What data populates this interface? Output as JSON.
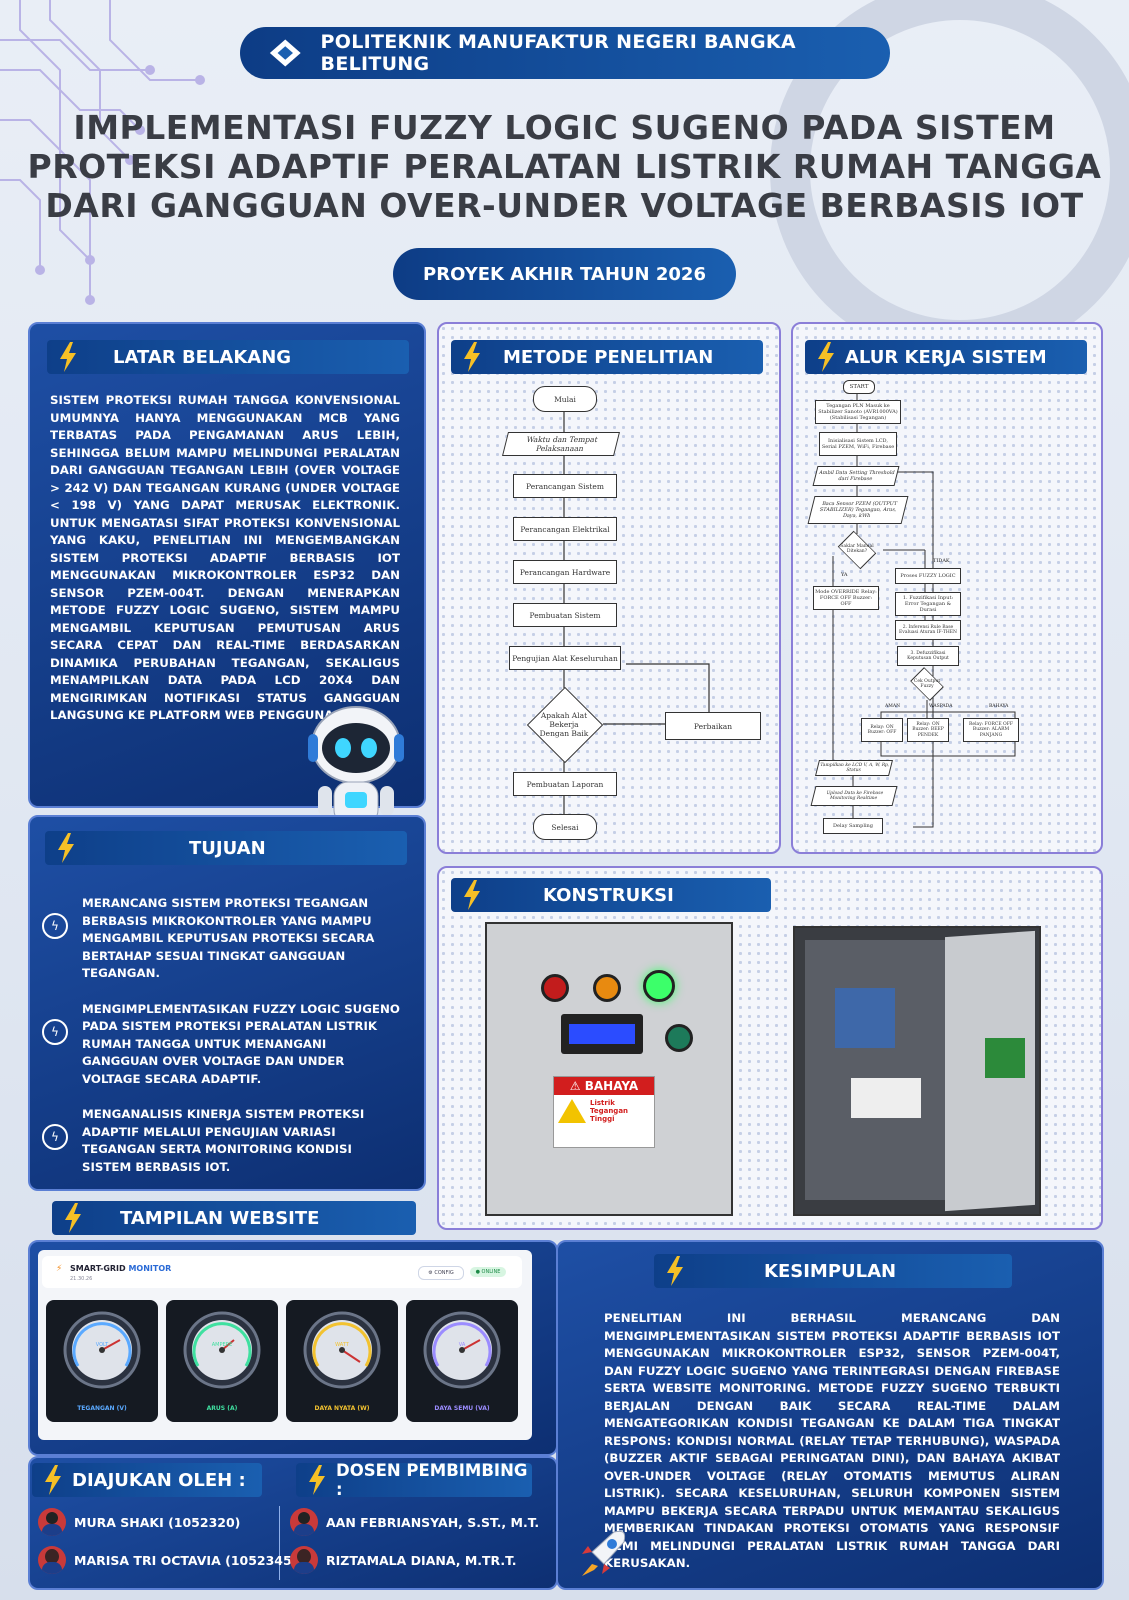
{
  "header": {
    "institution": "POLITEKNIK MANUFAKTUR NEGERI BANGKA BELITUNG"
  },
  "title": {
    "line1": "IMPLEMENTASI FUZZY LOGIC SUGENO PADA SISTEM",
    "line2": "PROTEKSI ADAPTIF PERALATAN LISTRIK RUMAH TANGGA",
    "line3": "DARI GANGGUAN OVER-UNDER VOLTAGE BERBASIS IOT"
  },
  "subtitle": "PROYEK AKHIR TAHUN 2026",
  "latar_belakang": {
    "heading": "LATAR BELAKANG",
    "text": "SISTEM PROTEKSI RUMAH TANGGA KONVENSIONAL UMUMNYA HANYA MENGGUNAKAN MCB YANG TERBATAS PADA PENGAMANAN ARUS LEBIH, SEHINGGA BELUM MAMPU MELINDUNGI PERALATAN DARI GANGGUAN TEGANGAN LEBIH (OVER VOLTAGE > 242 V) DAN TEGANGAN KURANG (UNDER VOLTAGE < 198 V) YANG DAPAT MERUSAK ELEKTRONIK. UNTUK MENGATASI SIFAT PROTEKSI KONVENSIONAL YANG KAKU, PENELITIAN INI MENGEMBANGKAN SISTEM PROTEKSI ADAPTIF BERBASIS IOT MENGGUNAKAN MIKROKONTROLER ESP32 DAN SENSOR PZEM-004T. DENGAN MENERAPKAN METODE FUZZY LOGIC SUGENO, SISTEM MAMPU MENGAMBIL KEPUTUSAN PEMUTUSAN ARUS SECARA CEPAT DAN REAL-TIME BERDASARKAN DINAMIKA PERUBAHAN TEGANGAN, SEKALIGUS MENAMPILKAN DATA PADA LCD 20X4 DAN MENGIRIMKAN NOTIFIKASI STATUS GANGGUAN LANGSUNG KE PLATFORM WEB PENGGUNA."
  },
  "metode": {
    "heading": "METODE PENELITIAN",
    "steps": [
      "Mulai",
      "Waktu dan Tempat Pelaksanaan",
      "Perancangan Sistem",
      "Perancangan Elektrikal",
      "Perancangan Hardware",
      "Pembuatan Sistem",
      "Pengujian Alat Keseluruhan",
      "Apakah Alat Bekerja Dengan Baik",
      "Perbaikan",
      "Pembuatan Laporan",
      "Selesai"
    ]
  },
  "alur": {
    "heading": "ALUR KERJA SISTEM",
    "nodes": [
      "START",
      "Tegangan PLN Masuk ke Stabilizer Sanoto (AVR1000VA) (Stabilisasi Tegangan)",
      "Inisialisasi Sistem LCD, Serial PZEM, WiFi, Firebase",
      "Ambil Data Setting Threshold dari Firebase",
      "Baca Sensor PZEM (OUTPUT STABILIZER) Tegangan, Arus, Daya, kWh",
      "Saklar Manual Ditekan?",
      "YA",
      "TIDAK",
      "Mode OVERRIDE Relay: FORCE OFF Buzzer: OFF",
      "Proses FUZZY LOGIC",
      "1. Fuzzifikasi Input: Error Tegangan & Durasi",
      "2. Inferensi Rule Base Evaluasi Aturan IF-THEN",
      "3. Defuzzifikasi Keputusan Output",
      "Cek Output Fuzzy",
      "AMAN",
      "WASPADA",
      "BAHAYA",
      "Relay: ON Buzzer: OFF",
      "Relay: ON Buzzer: BEEP PENDEK",
      "Relay: FORCE OFF Buzzer: ALARM PANJANG",
      "Tampilkan ke LCD V, A, W, Rp, Status",
      "Upload Data ke Firebase Monitoring Realtime",
      "Delay Sampling"
    ]
  },
  "tujuan": {
    "heading": "TUJUAN",
    "items": [
      "MERANCANG SISTEM PROTEKSI TEGANGAN BERBASIS MIKROKONTROLER YANG MAMPU MENGAMBIL KEPUTUSAN PROTEKSI SECARA BERTAHAP SESUAI TINGKAT GANGGUAN TEGANGAN.",
      "MENGIMPLEMENTASIKAN FUZZY LOGIC SUGENO PADA SISTEM PROTEKSI PERALATAN LISTRIK RUMAH TANGGA UNTUK MENANGANI GANGGUAN OVER VOLTAGE DAN UNDER VOLTAGE SECARA ADAPTIF.",
      "MENGANALISIS KINERJA SISTEM PROTEKSI ADAPTIF MELALUI PENGUJIAN VARIASI TEGANGAN SERTA MONITORING KONDISI SISTEM BERBASIS IOT."
    ]
  },
  "konstruksi": {
    "heading": "KONSTRUKSI",
    "sign_title": "BAHAYA",
    "sign_text": "Listrik Tegangan Tinggi"
  },
  "website": {
    "heading": "TAMPILAN WEBSITE",
    "app_name_a": "SMART-GRID",
    "app_name_b": "MONITOR",
    "time": "21.30.26",
    "config_btn": "CONFIG",
    "status": "ONLINE",
    "gauges": [
      {
        "name": "VOLT",
        "label": "TEGANGAN (V)",
        "color": "#5aa9ff"
      },
      {
        "name": "AMPERE",
        "label": "ARUS (A)",
        "color": "#3fe0a0"
      },
      {
        "name": "WATT",
        "label": "DAYA NYATA (W)",
        "color": "#f2c230"
      },
      {
        "name": "VA",
        "label": "DAYA SEMU (VA)",
        "color": "#9b8cff"
      }
    ]
  },
  "kesimpulan": {
    "heading": "KESIMPULAN",
    "text": "PENELITIAN INI BERHASIL MERANCANG DAN MENGIMPLEMENTASIKAN SISTEM PROTEKSI ADAPTIF BERBASIS IOT MENGGUNAKAN MIKROKONTROLER ESP32, SENSOR PZEM-004T, DAN FUZZY LOGIC SUGENO YANG TERINTEGRASI DENGAN FIREBASE SERTA WEBSITE MONITORING. METODE FUZZY SUGENO TERBUKTI BERJALAN DENGAN BAIK SECARA REAL-TIME DALAM MENGATEGORIKAN KONDISI TEGANGAN KE DALAM TIGA TINGKAT RESPONS: KONDISI NORMAL (RELAY TETAP TERHUBUNG), WASPADA (BUZZER AKTIF SEBAGAI PERINGATAN DINI), DAN BAHAYA AKIBAT OVER-UNDER VOLTAGE (RELAY OTOMATIS MEMUTUS ALIRAN LISTRIK). SECARA KESELURUHAN, SELURUH KOMPONEN SISTEM MAMPU BEKERJA SECARA TERPADU UNTUK MEMANTAU SEKALIGUS MEMBERIKAN TINDAKAN PROTEKSI OTOMATIS YANG RESPONSIF DEMI MELINDUNGI PERALATAN LISTRIK RUMAH TANGGA DARI KERUSAKAN."
  },
  "diajukan": {
    "heading": "DIAJUKAN OLEH :",
    "names": [
      "MURA SHAKI (1052320)",
      "MARISA TRI OCTAVIA (1052345)"
    ]
  },
  "dosen": {
    "heading": "DOSEN PEMBIMBING :",
    "names": [
      "AAN FEBRIANSYAH, S.ST., M.T.",
      "RIZTAMALA DIANA, M.TR.T."
    ]
  }
}
